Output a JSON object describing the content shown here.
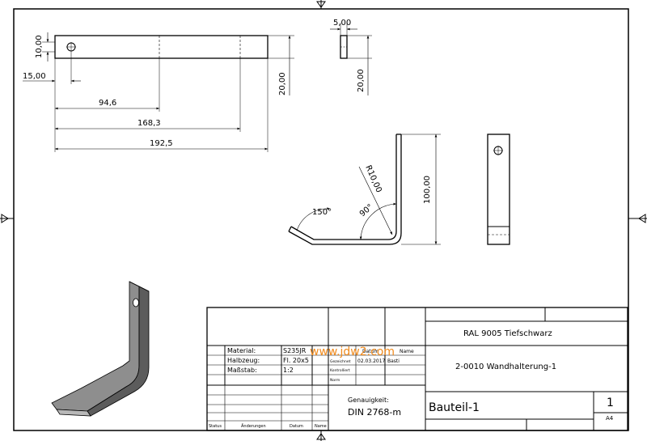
{
  "dimensions": {
    "hole_height": "10,00",
    "hole_offset": "15,00",
    "len_1": "94,6",
    "len_2": "168,3",
    "len_3": "192,5",
    "height_top": "20,00",
    "thickness": "5,00",
    "height_side": "20,00",
    "radius": "R10,00",
    "height_bend": "100,00",
    "angle_150": "150°",
    "angle_90": "90°"
  },
  "title_block": {
    "finish": "RAL 9005 Tiefschwarz",
    "material_label": "Material:",
    "material_value": "S235JR",
    "halbzeug_label": "Halbzeug:",
    "halbzeug_value": "Fl. 20x5",
    "massstab_label": "Maßstab:",
    "massstab_value": "1:2",
    "datum_label": "Datum",
    "name_label": "Name",
    "gezeichnet_label": "Gezeichnet",
    "gezeichnet_date": "02.03.2017",
    "gezeichnet_name": "Basti",
    "kontrolliert_label": "Kontrolliert",
    "norm_label": "Norm",
    "drawing_name": "2-0010 Wandhalterung-1",
    "genauigkeit_label": "Genauigkeit:",
    "genauigkeit_value": "DIN 2768-m",
    "part_label": "Bauteil-1",
    "sheet_number": "1",
    "sheet_format": "A4",
    "status_label": "Status",
    "aenderungen_label": "Änderungen",
    "datum2_label": "Datum",
    "name2_label": "Name"
  },
  "watermark": "www.jdw2.com"
}
